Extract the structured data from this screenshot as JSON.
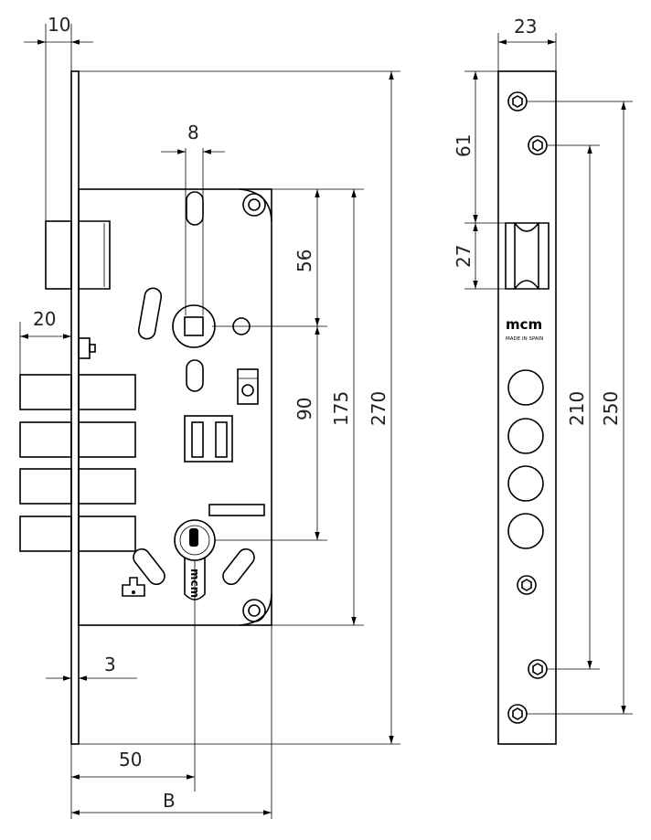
{
  "dimensions": {
    "faceplate_thickness": "10",
    "follower_width": "8",
    "backset_to_follower": "56",
    "follower_to_cylinder": "90",
    "case_height": "175",
    "faceplate_length": "270",
    "bolt_projection": "20",
    "case_offset": "3",
    "backset": "50",
    "case_depth": "B",
    "strike_width": "23",
    "strike_top_to_latch": "61",
    "latch_opening": "27",
    "inner_screw_distance": "210",
    "outer_screw_distance": "250"
  },
  "brand": {
    "logo": "mcm",
    "made_in": "MADE IN SPAIN"
  }
}
